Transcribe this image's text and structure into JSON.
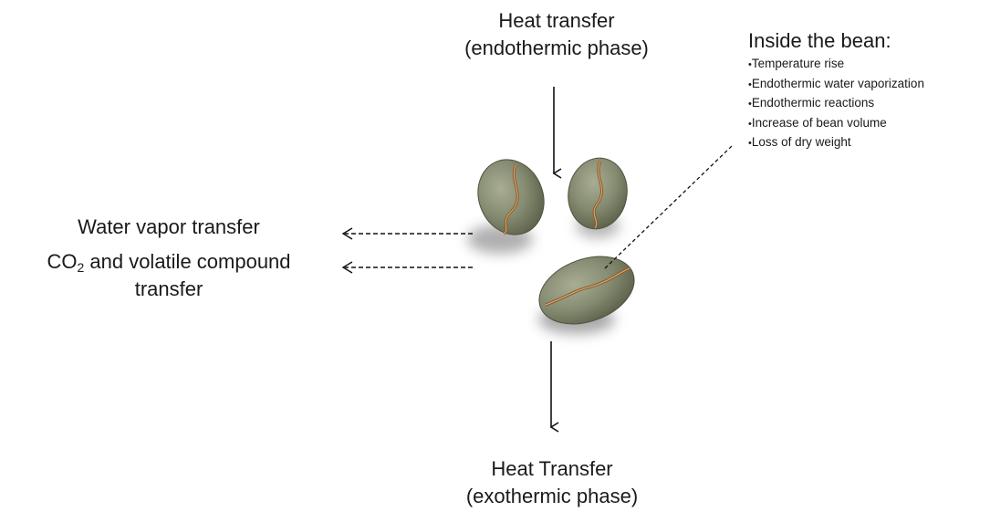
{
  "top": {
    "line1": "Heat transfer",
    "line2": "(endothermic phase)"
  },
  "bottom": {
    "line1": "Heat Transfer",
    "line2": "(exothermic phase)"
  },
  "left": {
    "water": "Water vapor transfer",
    "co2_prefix": "CO",
    "co2_sub": "2",
    "co2_rest": " and volatile compound",
    "co2_line2": "transfer"
  },
  "inside": {
    "title": "Inside the bean:",
    "items": [
      "Temperature rise",
      "Endothermic water vaporization",
      "Endothermic reactions",
      "Increase of bean volume",
      "Loss of dry weight"
    ]
  },
  "image": {
    "subject": "green-coffee-beans"
  }
}
